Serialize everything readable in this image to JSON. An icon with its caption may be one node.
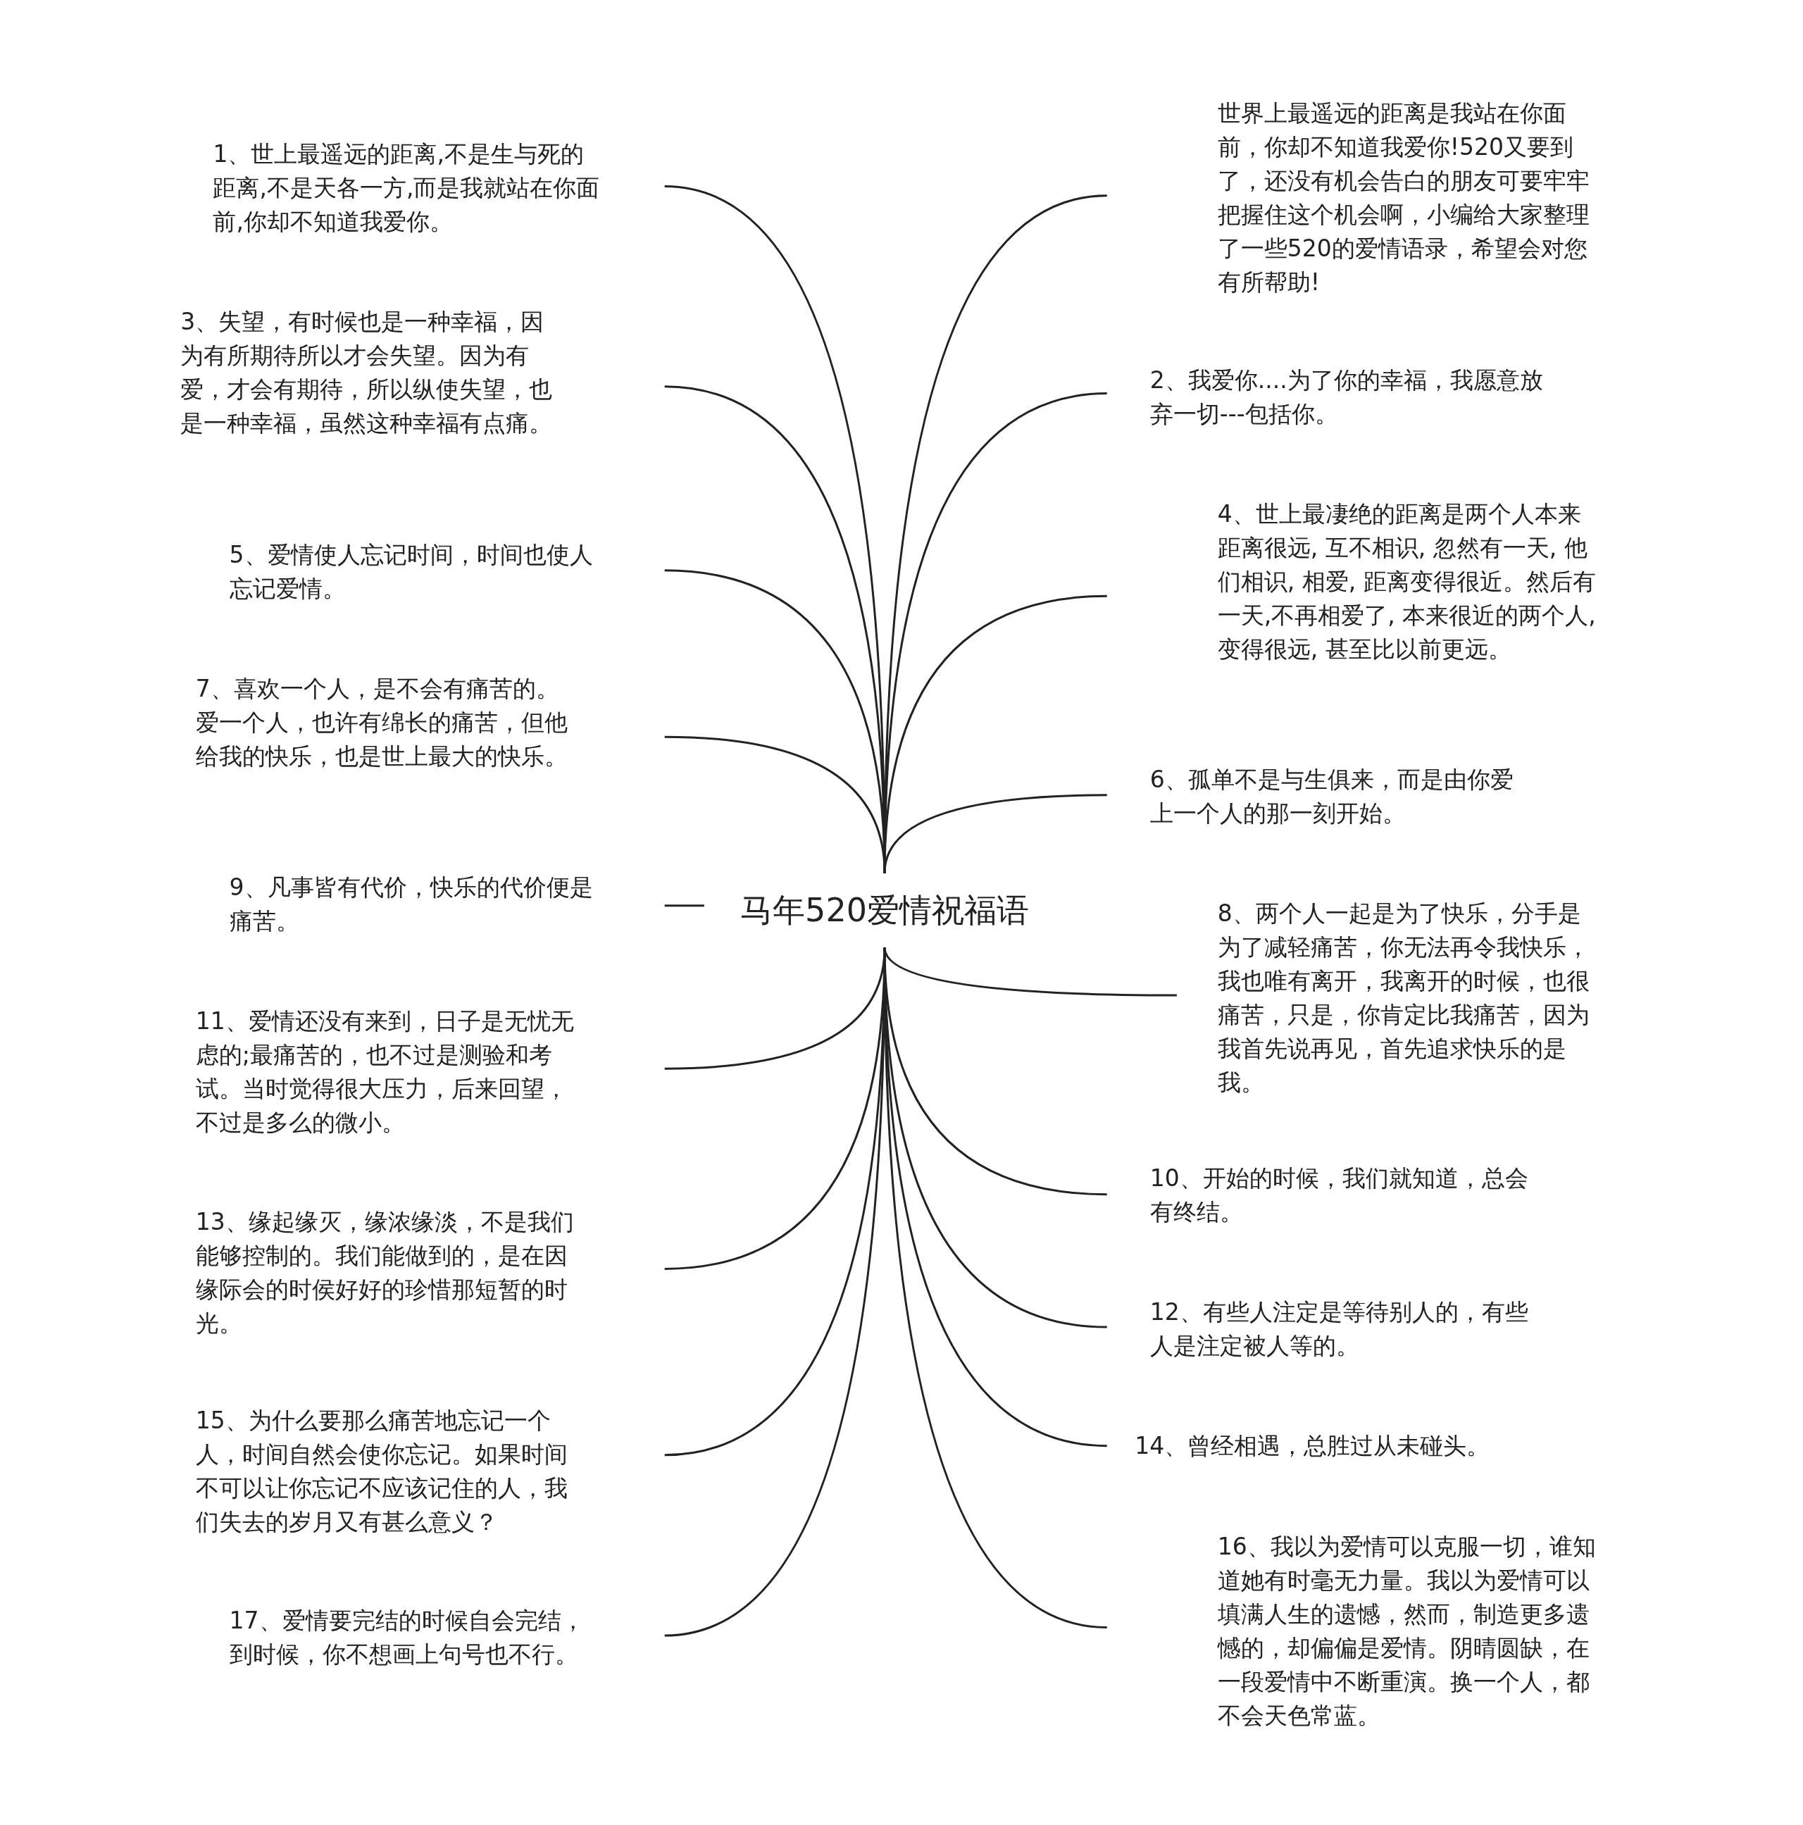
{
  "diagram": {
    "nodes": [
      {
        "text": [
          "马年520爱情祝福语"
        ]
      },
      {
        "text": [
          "世界上最遥远的距离是我站在你面前，你却不知道我爱你!520又要到了，还没有机会告白的朋友可要牢牢把握住这个机会啊，小编给大家整理了一些520的爱情语录，希望会对您有所帮助!"
        ]
      },
      {
        "text": [
          "1、世上最遥远的距离,不是生与死的距离,不是天各一方,而是我就站在你面前,你却不知道我爱你。"
        ]
      },
      {
        "text": [
          "2、我爱你....为了你的幸福，我愿意放弃一切---包括你。"
        ]
      },
      {
        "text": [
          "3、失望，有时候也是一种幸福，因为有所期待所以才会失望。因为有爱，才会有期待，所以纵使失望，也是一种幸福，虽然这种幸福有点痛。"
        ]
      },
      {
        "text": [
          "4、世上最凄绝的距离是两个人本来距离很远, 互不相识, 忽然有一天, 他们相识, 相爱, 距离变得很近。然后有一天,不再相爱了, 本来很近的两个人, 变得很远, 甚至比以前更远。"
        ]
      },
      {
        "text": [
          "5、爱情使人忘记时间，时间也使人忘记爱情。"
        ]
      },
      {
        "text": [
          "6、孤单不是与生俱来，而是由你爱上一个人的那一刻开始。"
        ]
      },
      {
        "text": [
          "7、喜欢一个人，是不会有痛苦的。爱一个人，也许有绵长的痛苦，但他给我的快乐，也是世上最大的快乐。"
        ]
      },
      {
        "text": [
          "8、两个人一起是为了快乐，分手是为了减轻痛苦，你无法再令我快乐，我也唯有离开，我离开的时候，也很痛苦，只是，你肯定比我痛苦，因为我首先说再见，首先追求快乐的是我。"
        ]
      },
      {
        "text": [
          "9、凡事皆有代价，快乐的代价便是痛苦。"
        ]
      },
      {
        "text": [
          "10、开始的时候，我们就知道，总会有终结。"
        ]
      },
      {
        "text": [
          "11、爱情还没有来到，日子是无忧无虑的;最痛苦的，也不过是测验和考试。当时觉得很大压力，后来回望，不过是多么的微小。"
        ]
      },
      {
        "text": [
          "12、有些人注定是等待别人的，有些人是注定被人等的。"
        ]
      },
      {
        "text": [
          "13、缘起缘灭，缘浓缘淡，不是我们能够控制的。我们能做到的，是在因缘际会的时侯好好的珍惜那短暂的时光。"
        ]
      },
      {
        "text": [
          "14、曾经相遇，总胜过从未碰头。"
        ]
      },
      {
        "text": [
          "15、为什么要那么痛苦地忘记一个人，时间自然会使你忘记。如果时间不可以让你忘记不应该记住的人，我们失去的岁月又有甚么意义？"
        ]
      },
      {
        "text": [
          "16、我以为爱情可以克服一切，谁知道她有时毫无力量。我以为爱情可以填满人生的遗憾，然而，制造更多遗憾的，却偏偏是爱情。阴晴圆缺，在一段爱情中不断重演。换一个人，都不会天色常蓝。"
        ]
      },
      {
        "text": [
          "17、爱情要完结的时候自会完结，到时候，你不想画上句号也不行。"
        ]
      }
    ],
    "edges": [
      {
        "from": 0,
        "to": 1,
        "arrow": "none"
      },
      {
        "from": 0,
        "to": 2,
        "arrow": "none"
      },
      {
        "from": 0,
        "to": 3,
        "arrow": "none"
      },
      {
        "from": 0,
        "to": 4,
        "arrow": "none"
      },
      {
        "from": 0,
        "to": 5,
        "arrow": "none"
      },
      {
        "from": 0,
        "to": 6,
        "arrow": "none"
      },
      {
        "from": 0,
        "to": 7,
        "arrow": "none"
      },
      {
        "from": 0,
        "to": 8,
        "arrow": "none"
      },
      {
        "from": 0,
        "to": 9,
        "arrow": "none"
      },
      {
        "from": 0,
        "to": 10,
        "arrow": "none"
      },
      {
        "from": 0,
        "to": 11,
        "arrow": "none"
      },
      {
        "from": 0,
        "to": 12,
        "arrow": "none"
      },
      {
        "from": 0,
        "to": 13,
        "arrow": "none"
      },
      {
        "from": 0,
        "to": 14,
        "arrow": "none"
      },
      {
        "from": 0,
        "to": 15,
        "arrow": "none"
      },
      {
        "from": 0,
        "to": 16,
        "arrow": "none"
      },
      {
        "from": 0,
        "to": 17,
        "arrow": "none"
      },
      {
        "from": 0,
        "to": 18,
        "arrow": "none"
      }
    ]
  }
}
